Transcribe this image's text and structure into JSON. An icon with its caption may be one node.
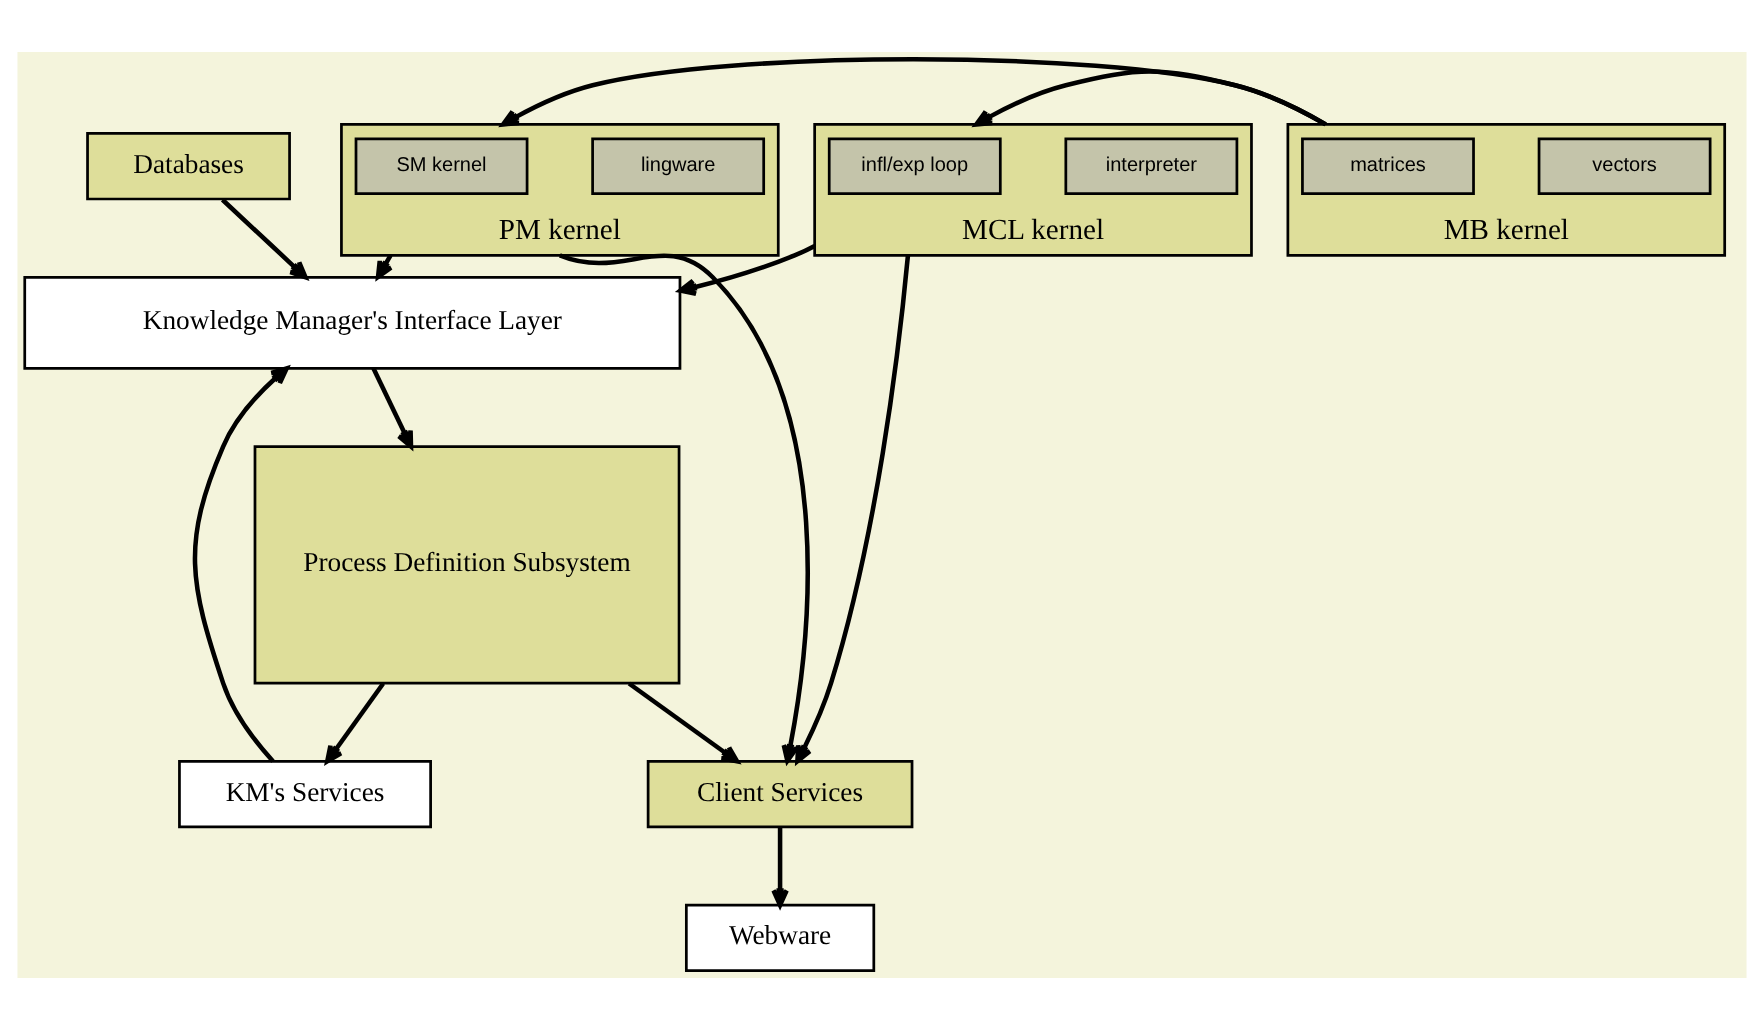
{
  "diagram": {
    "nodes": [
      {
        "text": [
          "PM kernel"
        ]
      },
      {
        "text": [
          "lingware"
        ],
        "in": 0
      },
      {
        "text": [
          "SM kernel"
        ],
        "in": 0
      },
      {
        "text": [
          "MB kernel"
        ]
      },
      {
        "text": [
          "vectors"
        ],
        "in": 3
      },
      {
        "text": [
          "matrices"
        ],
        "in": 3
      },
      {
        "text": [
          "MCL kernel"
        ]
      },
      {
        "text": [
          "interpreter"
        ],
        "in": 6
      },
      {
        "text": [
          "infl/exp loop"
        ],
        "in": 6
      },
      {
        "text": [
          "Webware"
        ]
      },
      {
        "text": [
          "Client Services"
        ]
      },
      {
        "text": [
          "Knowledge Manager's Interface Layer"
        ]
      },
      {
        "text": [
          "Process Definition Subsystem"
        ]
      },
      {
        "text": [
          "Databases"
        ]
      },
      {
        "text": [
          "KM's Services"
        ]
      }
    ],
    "edges": [
      {
        "from": 3,
        "to": 0,
        "arrow": "to"
      },
      {
        "from": 3,
        "to": 6,
        "arrow": "to"
      },
      {
        "from": 0,
        "to": 10,
        "arrow": "to"
      },
      {
        "from": 6,
        "to": 10,
        "arrow": "to"
      },
      {
        "from": 0,
        "to": 11,
        "arrow": "to"
      },
      {
        "from": 6,
        "to": 11,
        "arrow": "to"
      },
      {
        "from": 10,
        "to": 9,
        "arrow": "to"
      },
      {
        "from": 11,
        "to": 12,
        "arrow": "to"
      },
      {
        "from": 12,
        "to": 10,
        "arrow": "to"
      },
      {
        "from": 12,
        "to": 14,
        "arrow": "to"
      },
      {
        "from": 13,
        "to": 11,
        "arrow": "to"
      },
      {
        "from": 14,
        "to": 11,
        "arrow": "to"
      }
    ]
  }
}
